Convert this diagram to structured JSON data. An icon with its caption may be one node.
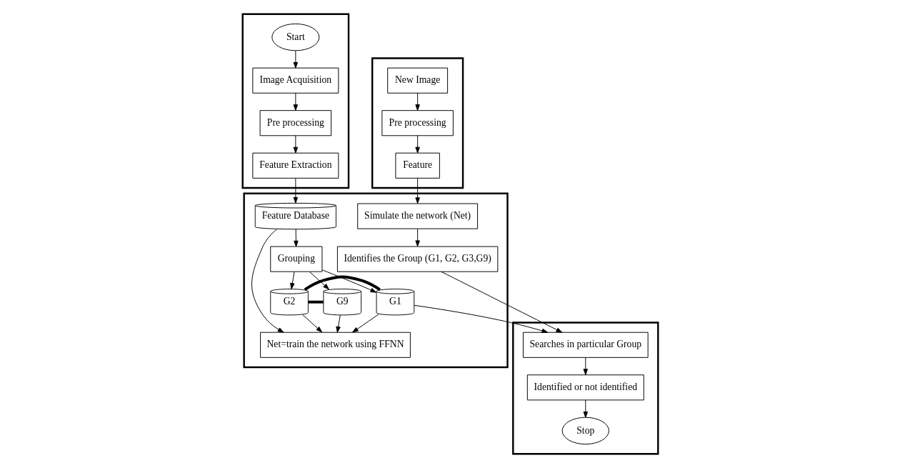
{
  "diagram": {
    "nodes": [
      {
        "text": [],
        "shape": "box"
      },
      {
        "text": [
          "Start"
        ],
        "in": 0
      },
      {
        "text": [
          "Image Acquisition"
        ],
        "in": 0
      },
      {
        "text": [
          "Pre processing"
        ],
        "in": 0
      },
      {
        "text": [
          "Feature Extraction"
        ],
        "in": 0
      },
      {
        "text": [],
        "shape": "box"
      },
      {
        "text": [
          "New Image"
        ],
        "in": 5
      },
      {
        "text": [
          "Pre processing"
        ],
        "in": 5
      },
      {
        "text": [
          "Feature"
        ],
        "in": 5
      },
      {
        "text": [],
        "shape": "box"
      },
      {
        "text": [
          "Feature Database"
        ],
        "in": 9
      },
      {
        "text": [
          "Grouping"
        ],
        "in": 9
      },
      {
        "text": [
          "G1"
        ],
        "in": 9
      },
      {
        "text": [
          "G2"
        ],
        "in": 9
      },
      {
        "text": [
          "G9"
        ],
        "in": 9
      },
      {
        "text": [
          "Net=train the network using FFNN"
        ],
        "in": 9
      },
      {
        "text": [
          "Simulate the network (Net)"
        ],
        "in": 9
      },
      {
        "text": [
          "Identifies the Group (G1, G2, G3,G9)"
        ],
        "in": 9
      },
      {
        "text": [],
        "shape": "box"
      },
      {
        "text": [
          "Searches in particular Group"
        ],
        "in": 18
      },
      {
        "text": [
          "Identified or not identified"
        ],
        "in": 18
      },
      {
        "text": [
          "Stop"
        ],
        "in": 18
      }
    ],
    "edges": [
      {
        "from": 1,
        "to": 2,
        "arrow": "to"
      },
      {
        "from": 2,
        "to": 3,
        "arrow": "to"
      },
      {
        "from": 3,
        "to": 4,
        "arrow": "to"
      },
      {
        "from": 4,
        "to": 10,
        "arrow": "to"
      },
      {
        "from": 10,
        "to": 11,
        "arrow": "to"
      },
      {
        "from": 10,
        "to": 15,
        "arrow": "to"
      },
      {
        "from": 11,
        "to": 12,
        "arrow": "to"
      },
      {
        "from": 11,
        "to": 13,
        "arrow": "to"
      },
      {
        "from": 11,
        "to": 14,
        "arrow": "to"
      },
      {
        "from": 12,
        "to": 13,
        "arrow": "none",
        "style": "thick"
      },
      {
        "from": 13,
        "to": 14,
        "arrow": "none",
        "style": "thick"
      },
      {
        "from": 12,
        "to": 15,
        "arrow": "to"
      },
      {
        "from": 13,
        "to": 15,
        "arrow": "to"
      },
      {
        "from": 14,
        "to": 15,
        "arrow": "to"
      },
      {
        "from": 6,
        "to": 7,
        "arrow": "to"
      },
      {
        "from": 7,
        "to": 8,
        "arrow": "to"
      },
      {
        "from": 8,
        "to": 16,
        "arrow": "to"
      },
      {
        "from": 16,
        "to": 17,
        "arrow": "to"
      },
      {
        "from": 12,
        "to": 19,
        "arrow": "to"
      },
      {
        "from": 17,
        "to": 19,
        "arrow": "to"
      },
      {
        "from": 19,
        "to": 20,
        "arrow": "to"
      },
      {
        "from": 20,
        "to": 21,
        "arrow": "to"
      }
    ]
  }
}
